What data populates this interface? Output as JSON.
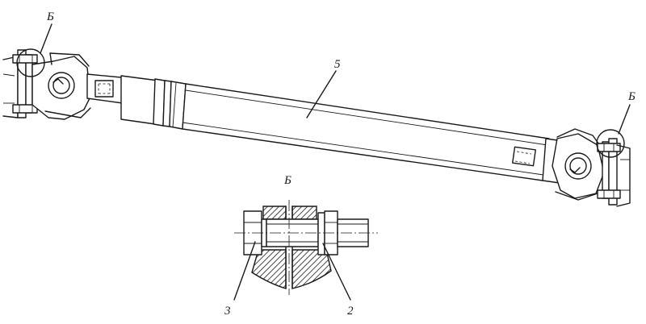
{
  "labels": {
    "view_marker_left": "Б",
    "view_marker_right": "Б",
    "detail_title": "Б",
    "shaft_callout": "5",
    "nut_callout": "3",
    "washer_callout": "2"
  }
}
